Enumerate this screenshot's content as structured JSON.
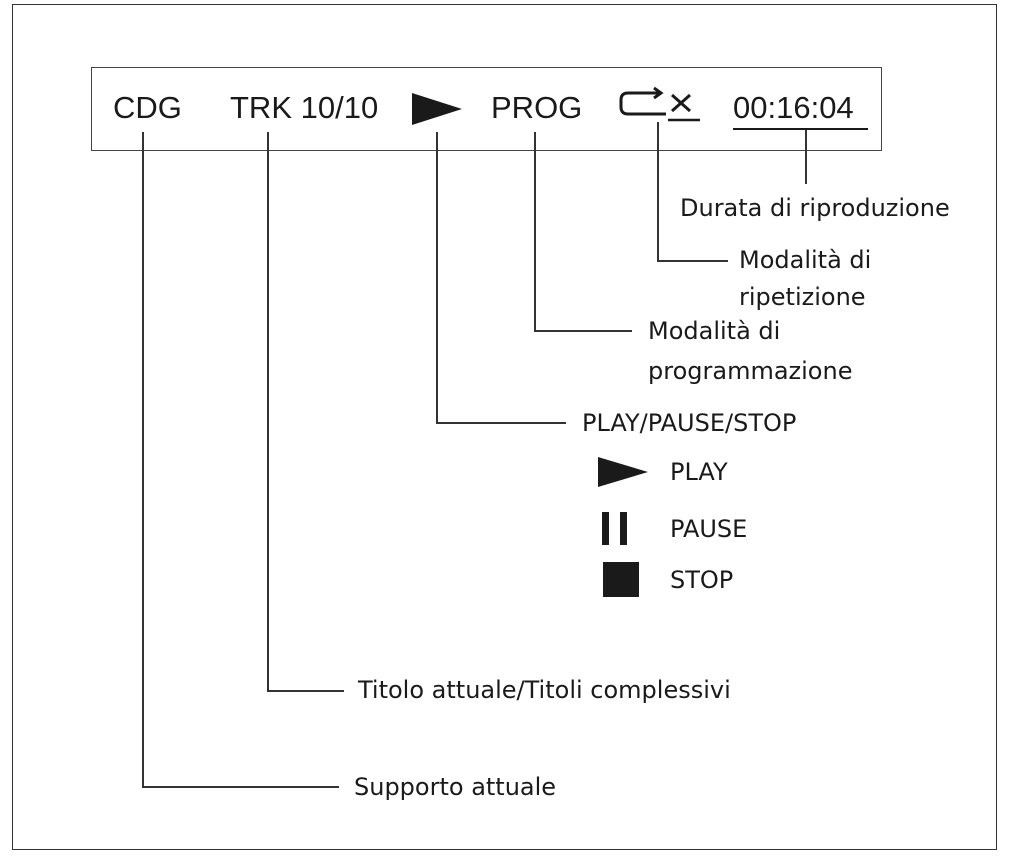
{
  "display": {
    "media": "CDG",
    "track": "TRK 10/10",
    "play_icon": "play-icon",
    "program": "PROG",
    "repeat_icon": "repeat-off-icon",
    "time": "00:16:04"
  },
  "callouts": {
    "duration": "Durata di riproduzione",
    "repeat_line1": "Modalità di",
    "repeat_line2": "ripetizione",
    "program_line1": "Modalità di",
    "program_line2": "programmazione",
    "playstate": "PLAY/PAUSE/STOP",
    "title": "Titolo attuale/Titoli complessivi",
    "media": "Supporto attuale"
  },
  "legend": [
    {
      "icon": "play-icon",
      "label": "PLAY"
    },
    {
      "icon": "pause-icon",
      "label": "PAUSE"
    },
    {
      "icon": "stop-icon",
      "label": "STOP"
    }
  ],
  "colors": {
    "ink": "#1a1a1a",
    "frame": "#333333"
  }
}
